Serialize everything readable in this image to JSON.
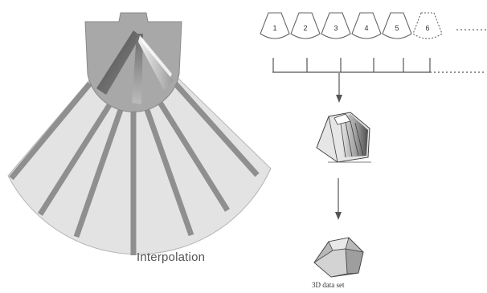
{
  "diagram": {
    "frames": [
      {
        "label": "1",
        "style": "solid"
      },
      {
        "label": "2",
        "style": "solid"
      },
      {
        "label": "3",
        "style": "solid"
      },
      {
        "label": "4",
        "style": "solid"
      },
      {
        "label": "5",
        "style": "solid"
      },
      {
        "label": "6",
        "style": "dashed"
      }
    ],
    "labels": {
      "interpolation": "Interpolation",
      "dataset": "3D data set"
    },
    "colors": {
      "fan_fill": "#e3e3e3",
      "fan_stroke": "#b5b5b5",
      "scanline": "#8f8f8f",
      "probe_body": "#a8a8a8",
      "line": "#555555",
      "frame_stroke": "#666666"
    }
  }
}
